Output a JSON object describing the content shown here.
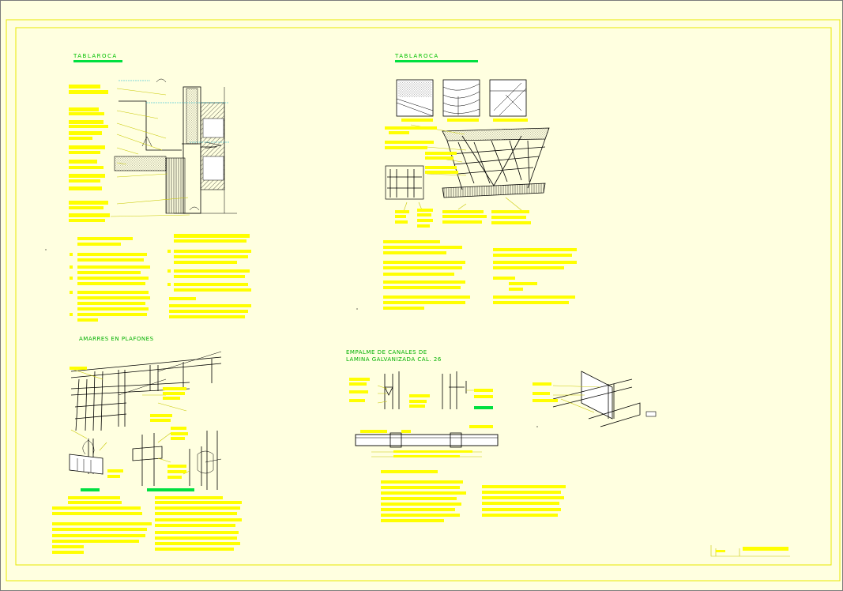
{
  "sheet": {
    "colors": {
      "background": "#ffffe0",
      "border": "#e0e000",
      "label_fill": "#ffff00",
      "title_text": "#00c000",
      "title_bar": "#00e040",
      "linework": "#000000"
    }
  },
  "titles": {
    "top_left": "TABLAROCA",
    "top_right": "TABLAROCA",
    "amarres": "AMARRES EN PLAFONES",
    "empalme_line1": "EMPALME DE CANALES DE",
    "empalme_line2": "LAMINA GALVANIZADA  CAL. 26"
  }
}
